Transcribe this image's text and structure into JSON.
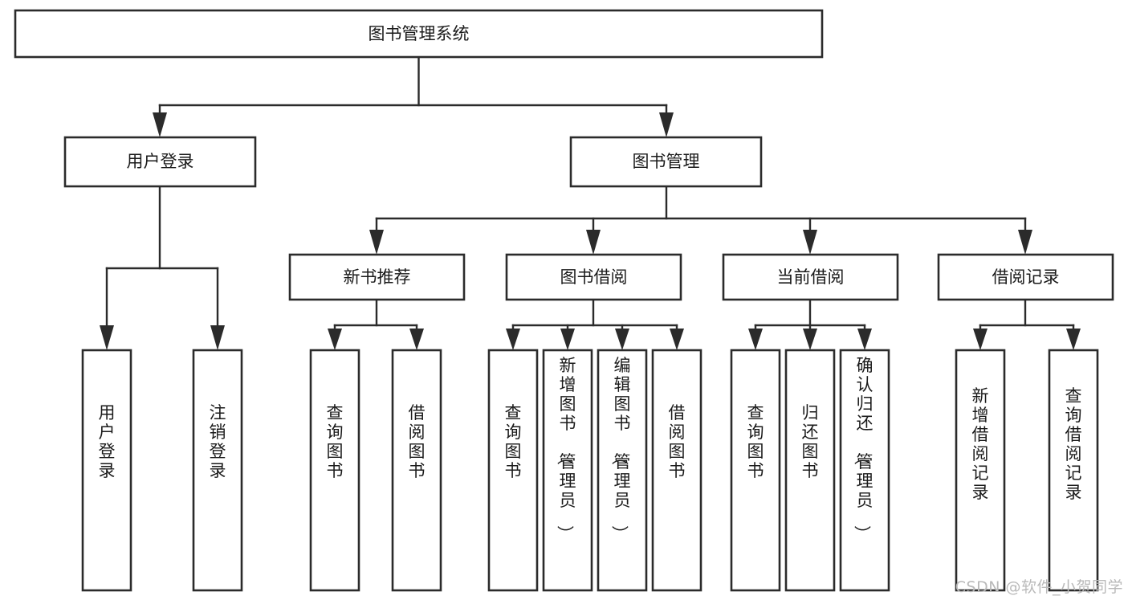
{
  "diagram": {
    "title": "图书管理系统",
    "type": "tree",
    "watermark": "CSDN @软件_小贺同学",
    "nodes": {
      "root": {
        "label": "图书管理系统"
      },
      "level2": [
        {
          "id": "user-login",
          "label": "用户登录"
        },
        {
          "id": "book-management",
          "label": "图书管理"
        }
      ],
      "level3": [
        {
          "id": "new-book-recommend",
          "label": "新书推荐",
          "parent": "book-management"
        },
        {
          "id": "book-borrow",
          "label": "图书借阅",
          "parent": "book-management"
        },
        {
          "id": "current-borrow",
          "label": "当前借阅",
          "parent": "book-management"
        },
        {
          "id": "borrow-record",
          "label": "借阅记录",
          "parent": "book-management"
        }
      ],
      "leaves": [
        {
          "id": "leaf-user-login",
          "label": "用户登录",
          "parent": "user-login"
        },
        {
          "id": "leaf-logout-login",
          "label": "注销登录",
          "parent": "user-login"
        },
        {
          "id": "leaf-query-book-1",
          "label": "查询图书",
          "parent": "new-book-recommend"
        },
        {
          "id": "leaf-borrow-book-1",
          "label": "借阅图书",
          "parent": "new-book-recommend"
        },
        {
          "id": "leaf-query-book-2",
          "label": "查询图书",
          "parent": "book-borrow"
        },
        {
          "id": "leaf-add-book",
          "label": "新增图书（管理员）",
          "parent": "book-borrow"
        },
        {
          "id": "leaf-edit-book",
          "label": "编辑图书（管理员）",
          "parent": "book-borrow"
        },
        {
          "id": "leaf-borrow-book-2",
          "label": "借阅图书",
          "parent": "book-borrow"
        },
        {
          "id": "leaf-query-book-3",
          "label": "查询图书",
          "parent": "current-borrow"
        },
        {
          "id": "leaf-return-book",
          "label": "归还图书",
          "parent": "current-borrow"
        },
        {
          "id": "leaf-confirm-return",
          "label": "确认归还（管理员）",
          "parent": "current-borrow"
        },
        {
          "id": "leaf-add-record",
          "label": "新增借阅记录",
          "parent": "borrow-record"
        },
        {
          "id": "leaf-query-record",
          "label": "查询借阅记录",
          "parent": "borrow-record"
        }
      ]
    },
    "colors": {
      "box_stroke": "#2b2b2b",
      "box_fill": "#ffffff",
      "text": "#1a1a1a",
      "watermark": "#b9b9b9"
    }
  }
}
